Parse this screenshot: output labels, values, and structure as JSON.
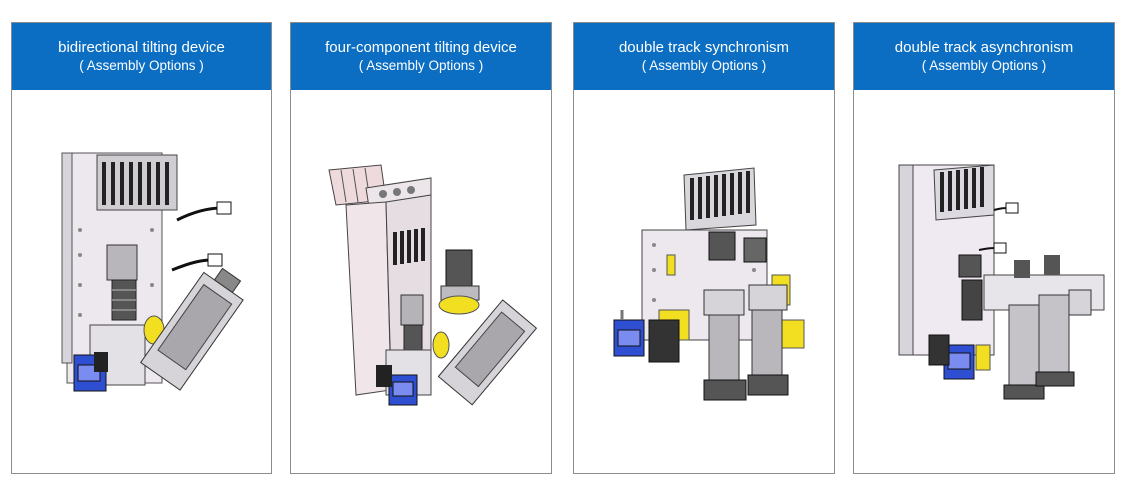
{
  "cards": [
    {
      "title": "bidirectional tilting device",
      "subtitle": "( Assembly Options )",
      "image": "bidirectional-tilting-device-render"
    },
    {
      "title": "four-component tilting device",
      "subtitle": "( Assembly Options )",
      "image": "four-component-tilting-device-render"
    },
    {
      "title": "double track synchronism",
      "subtitle": "( Assembly Options )",
      "image": "double-track-synchronism-render"
    },
    {
      "title": "double track asynchronism",
      "subtitle": "( Assembly Options )",
      "image": "double-track-asynchronism-render"
    }
  ],
  "colors": {
    "header_bg": "#0b6ec3",
    "header_text": "#ffffff",
    "border": "#8c8c8c"
  }
}
